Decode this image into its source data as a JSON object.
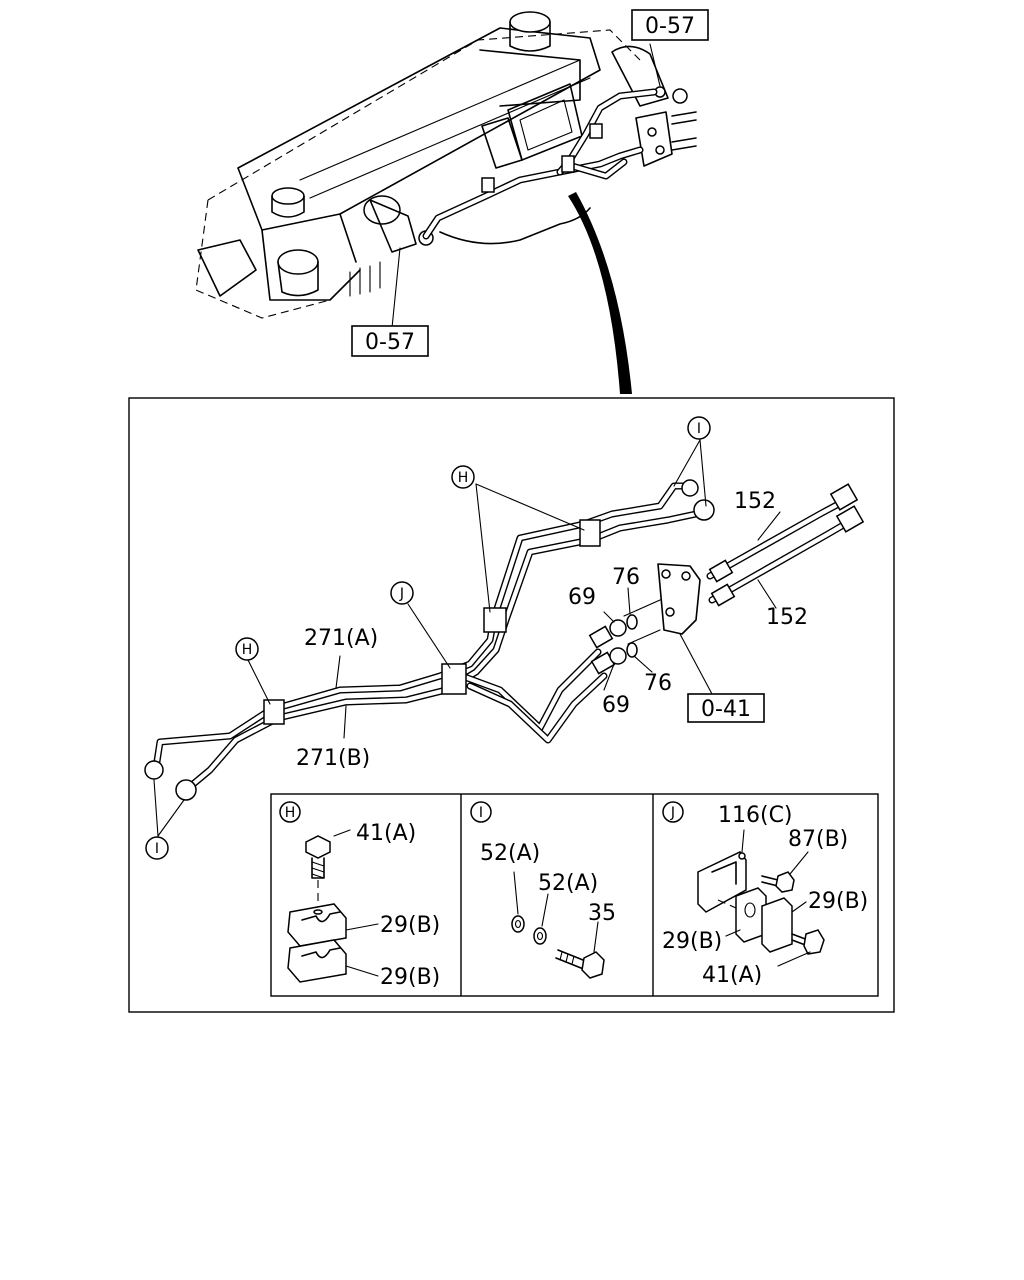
{
  "callouts": {
    "ref_top_right": "0-57",
    "ref_top_left": "0-57",
    "ref_bracket": "0-41"
  },
  "main_view": {
    "pipe_a": "271(A)",
    "pipe_b": "271(B)",
    "hose_upper": "152",
    "hose_lower": "152",
    "nut_upper": "69",
    "nut_lower": "69",
    "washer_upper": "76",
    "washer_lower": "76",
    "marker_h_left": "H",
    "marker_h_top": "H",
    "marker_j": "J",
    "marker_i_top": "I",
    "marker_i_left": "I"
  },
  "detail_h": {
    "marker": "H",
    "bolt": "41(A)",
    "clamp_upper": "29(B)",
    "clamp_lower": "29(B)"
  },
  "detail_i": {
    "marker": "I",
    "gasket_1": "52(A)",
    "gasket_2": "52(A)",
    "eye_bolt": "35"
  },
  "detail_j": {
    "marker": "J",
    "bracket": "116(C)",
    "bolt_upper": "87(B)",
    "clamp_right": "29(B)",
    "clamp_left": "29(B)",
    "bolt_lower": "41(A)"
  }
}
